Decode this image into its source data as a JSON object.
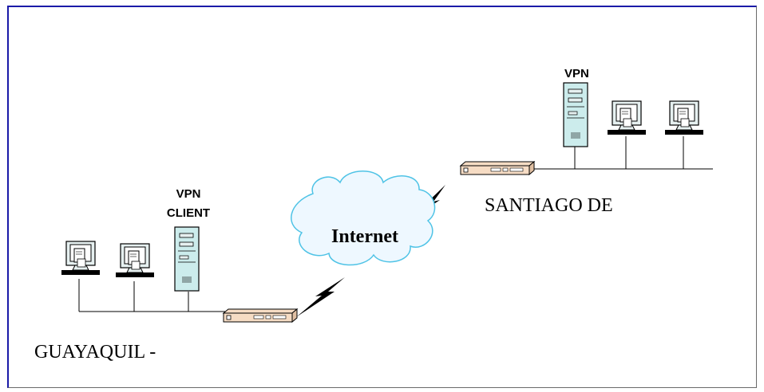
{
  "labels": {
    "vpn_server": "VPN",
    "vpn_client_line1": "VPN",
    "vpn_client_line2": "CLIENT",
    "internet": "Internet",
    "site_remote": "SANTIAGO DE",
    "site_local": "GUAYAQUIL -"
  },
  "colors": {
    "frame_border": "#1a1aa8",
    "router_fill": "#f6dcc4",
    "pc_fill": "#e6f0f0",
    "server_fill": "#ccecec",
    "cloud_fill": "#eef8ff",
    "cloud_stroke": "#4fc3e6",
    "line": "#000000"
  },
  "icons": {
    "router": "router-icon",
    "workstation": "workstation-icon",
    "server": "server-tower-icon",
    "cloud": "cloud-icon",
    "wan_link": "lightning-link-icon"
  }
}
